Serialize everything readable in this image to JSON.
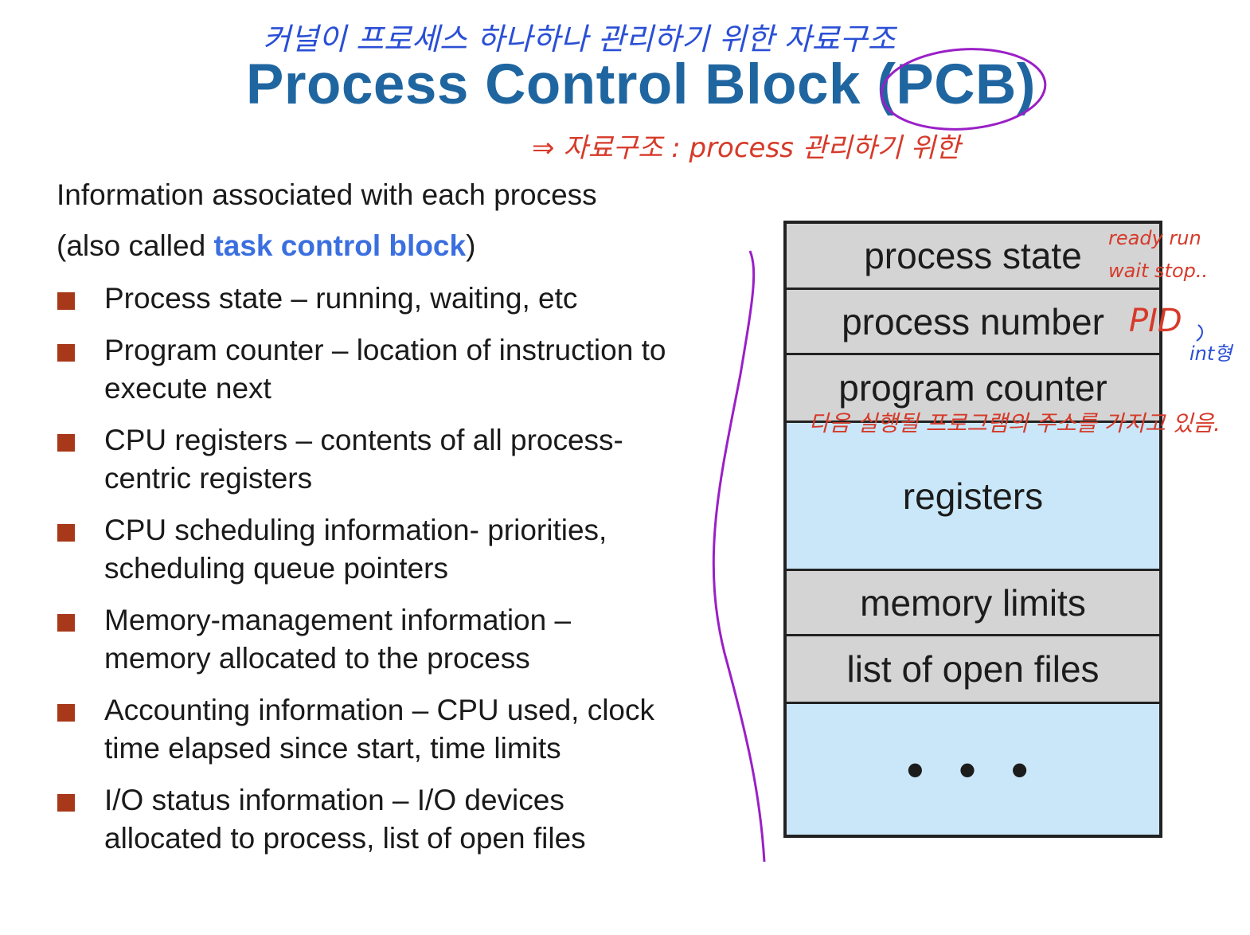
{
  "title": "Process Control Block (PCB)",
  "intro": {
    "line1": "Information associated with each process",
    "line2_prefix": "(also called ",
    "line2_highlight": "task control block",
    "line2_suffix": ")"
  },
  "bullets": [
    "Process state – running, waiting, etc",
    "Program counter – location of instruction to execute next",
    "CPU registers – contents of all process-centric registers",
    "CPU scheduling information- priorities, scheduling queue pointers",
    "Memory-management information – memory allocated to the process",
    "Accounting information – CPU used, clock time elapsed since start, time limits",
    "I/O status information – I/O devices allocated to process, list of open files"
  ],
  "pcb_diagram": {
    "cells": [
      "process state",
      "process number",
      "program counter",
      "registers",
      "memory limits",
      "list of open files",
      "• • •"
    ]
  },
  "handwritten_notes": {
    "top_korean": "커널이 프로세스 하나하나 관리하기 위한 자료구조",
    "under_title": "⇒ 자료구조 : process 관리하기 위한",
    "state_note_1": "ready run",
    "state_note_2": "wait stop..",
    "pid_note": "PID",
    "int_note": "int형",
    "pc_note": "다음 실행될 프로그램의 주소를 가지고 있음."
  },
  "colors": {
    "title": "#1f66a1",
    "highlight": "#3b6fe0",
    "bullet_square": "#a8381a",
    "cell_gray": "#d4d4d4",
    "cell_blue": "#c9e7f8",
    "ink_blue": "#2a4fd6",
    "ink_red": "#d63a2a",
    "ink_purple": "#9a1fc7"
  }
}
